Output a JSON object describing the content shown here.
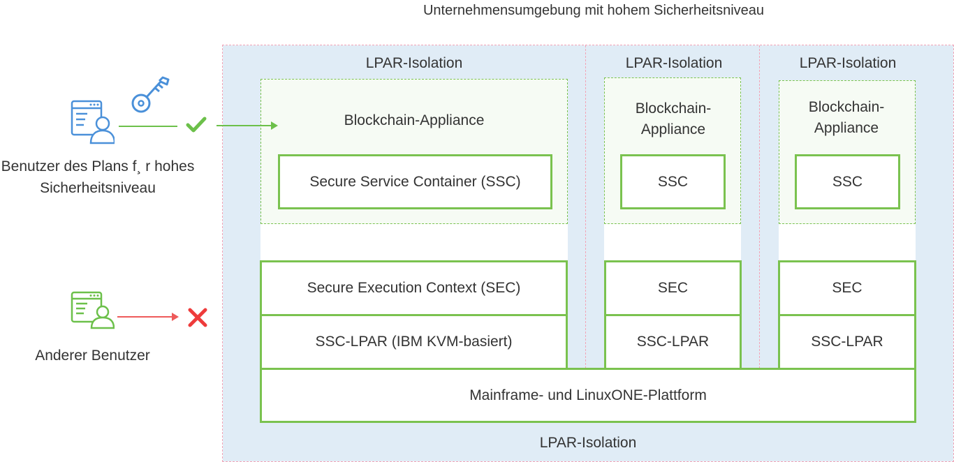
{
  "diagram": {
    "title": "Unternehmensumgebung mit hohem Sicherheitsniveau",
    "isolation_label": "LPAR-Isolation",
    "bottom_isolation_label": "LPAR-Isolation",
    "platform": "Mainframe- und LinuxONE-Plattform",
    "partitions": [
      {
        "isolation": "LPAR-Isolation",
        "appliance": "Blockchain-Appliance",
        "container": "Secure Service Container (SSC)",
        "sec": "Secure Execution Context (SEC)",
        "lpar": "SSC-LPAR (IBM KVM-basiert)"
      },
      {
        "isolation": "LPAR-Isolation",
        "appliance": "Blockchain-Appliance",
        "container": "SSC",
        "sec": "SEC",
        "lpar": "SSC-LPAR"
      },
      {
        "isolation": "LPAR-Isolation",
        "appliance": "Blockchain-Appliance",
        "container": "SSC",
        "sec": "SEC",
        "lpar": "SSC-LPAR"
      }
    ],
    "users": [
      {
        "label": "Benutzer des Plans f¸ r hohes Sicherheitsniveau",
        "icon": "user-browser-icon",
        "credential_icon": "key-icon",
        "result_icon": "checkmark-icon",
        "color": "#4a90d9",
        "line_color": "#6cc04a"
      },
      {
        "label": "Anderer Benutzer",
        "icon": "user-browser-icon",
        "result_icon": "cross-icon",
        "color": "#6cc04a",
        "line_color": "#ee5a5a"
      }
    ],
    "colors": {
      "isolation_bg": "#e0ecf6",
      "isolation_border": "#f3a4b6",
      "green": "#7ac24f",
      "blue": "#4a90d9",
      "red": "#ee3b3b"
    }
  }
}
